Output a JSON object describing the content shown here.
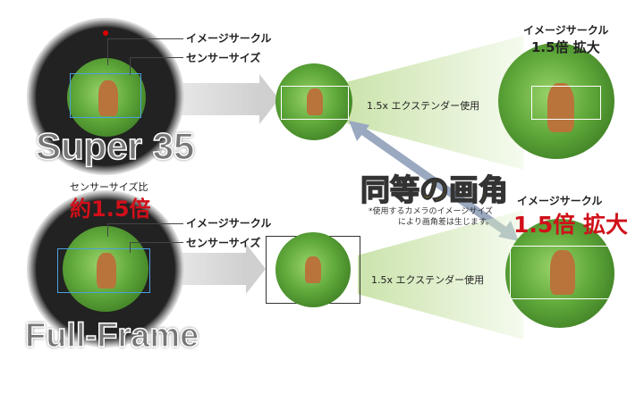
{
  "top": {
    "lens_label": "Super 35",
    "image_circle_label": "イメージサークル",
    "sensor_size_label": "センサーサイズ",
    "extender_label": "1.5x エクステンダー使用",
    "result_title": "イメージサークル",
    "result_value": "1.5倍 拡大"
  },
  "middle": {
    "ratio_label": "センサーサイズ比",
    "ratio_value": "約1.5倍",
    "same_angle": "同等の画角",
    "note_line1": "*使用するカメラのイメージサイズ",
    "note_line2": "により画角差は生じます。"
  },
  "bottom": {
    "lens_label": "Full-Frame",
    "image_circle_label": "イメージサークル",
    "sensor_size_label": "センサーサイズ",
    "extender_label": "1.5x エクステンダー使用",
    "result_title": "イメージサークル",
    "result_value": "1.5倍 拡大"
  },
  "colors": {
    "accent_red": "#d0101a",
    "accent_yellow": "#f5c400"
  }
}
